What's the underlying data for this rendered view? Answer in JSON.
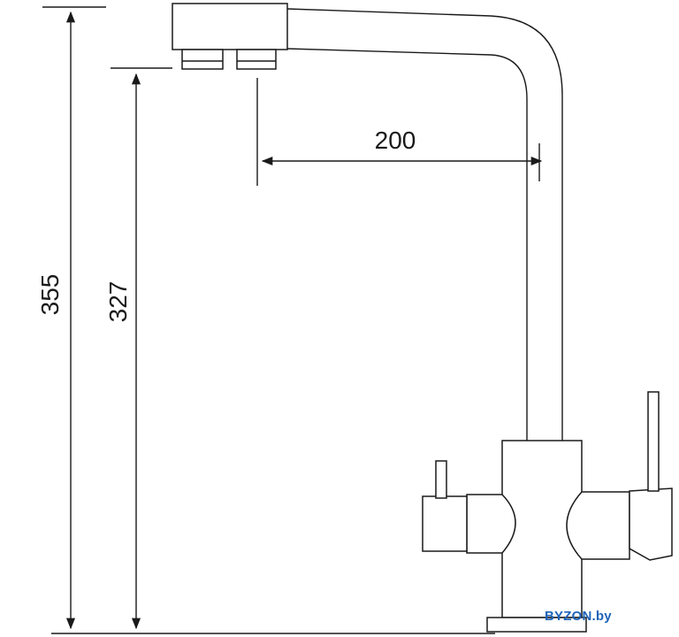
{
  "dimensions": {
    "total_height": "355",
    "spout_height": "327",
    "spout_reach": "200"
  },
  "watermark": {
    "text": "BYZON.by",
    "color": "#1e63b8"
  },
  "colors": {
    "line": "#1a1a1a",
    "background": "#ffffff"
  }
}
